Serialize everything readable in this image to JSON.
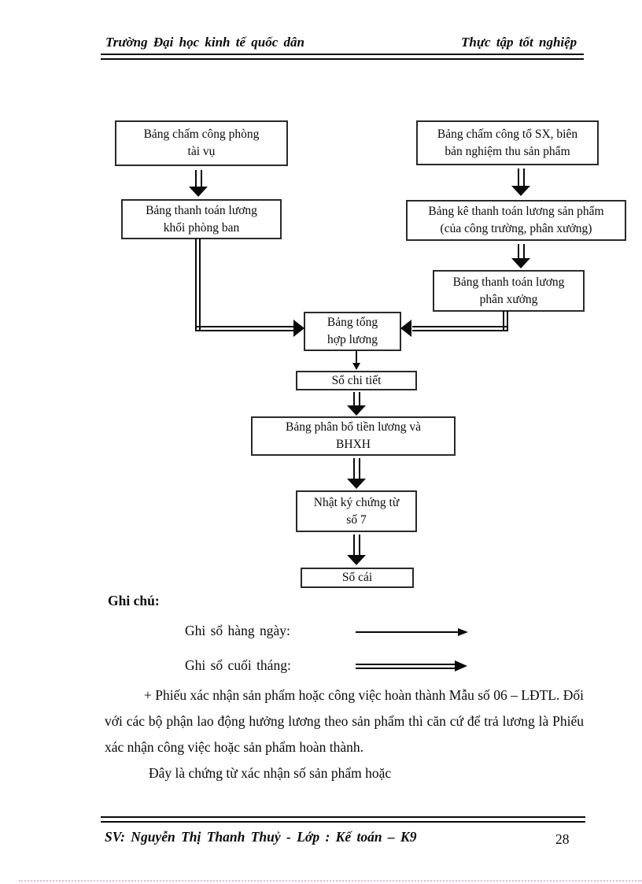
{
  "document": {
    "header": {
      "left": "Trường Đại học kinh tế quốc dân",
      "right": "Thực tập tốt nghiệp"
    },
    "footer": {
      "student_line": "SV: Nguyễn Thị Thanh Thuỷ - Lớp : Kế toán – K9",
      "page_number": "28"
    }
  },
  "flowchart": {
    "boxes": [
      {
        "id": "bang-cham-cong-phong-tai-vu",
        "label": "Bảng chấm công phòng\ntài vụ"
      },
      {
        "id": "bang-cham-cong-to-sx",
        "label": "Bảng chấm công tổ SX, biên\nbản nghiệm thu sản phẩm"
      },
      {
        "id": "bang-thanh-toan-luong-khoi-phong-ban",
        "label": "Bảng thanh toán lương\nkhối phòng ban"
      },
      {
        "id": "bang-ke-thanh-toan-luong-san-pham",
        "label": "Bảng kê thanh toán lương sản phẩm\n(của công trường, phân xưởng)"
      },
      {
        "id": "bang-thanh-toan-luong-phan-xuong",
        "label": "Bảng thanh toán lương\nphân xưởng"
      },
      {
        "id": "bang-tong-hop-luong",
        "label": "Bảng tổng\nhợp lương"
      },
      {
        "id": "so-chi-tiet",
        "label": "Sổ chi tiết"
      },
      {
        "id": "bang-phan-bo-tien-luong-va-bhxh",
        "label": "Bảng phân bổ tiền lương và\nBHXH"
      },
      {
        "id": "nhat-ky-chung-tu-so-7",
        "label": "Nhật ký chứng từ\nsố 7"
      },
      {
        "id": "so-cai",
        "label": "Sổ cái"
      }
    ]
  },
  "legend": {
    "title": "Ghi chú:",
    "items": [
      {
        "label": "Ghi sổ hàng ngày:",
        "arrow_style": "single-line-arrow"
      },
      {
        "label": "Ghi sổ cuối tháng:",
        "arrow_style": "double-line-arrow"
      }
    ]
  },
  "body_text": {
    "paragraph_1": "+ Phiếu xác nhận sản phẩm hoặc công việc hoàn thành Mẫu số 06 – LĐTL. Đối với các bộ phận lao động hưởng lương theo sản phẩm thì căn cứ để trả lương là Phiếu xác nhận công việc hoặc sản phẩm hoàn thành.",
    "paragraph_2": "Đây là chứng từ xác nhận số sản phẩm hoặc"
  },
  "colors": {
    "ink": "#0a0a0a",
    "paper": "#ffffff",
    "page_edge_dots": "#f5aee8"
  }
}
